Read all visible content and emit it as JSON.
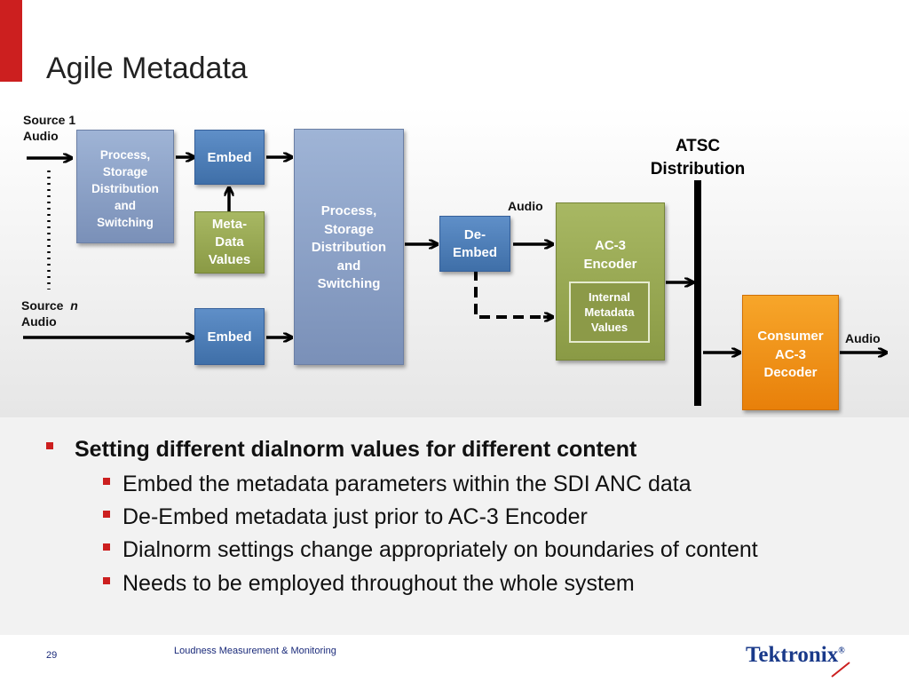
{
  "slide": {
    "title": "Agile Metadata",
    "page_number": "29",
    "footer": "Loudness Measurement & Monitoring",
    "logo": "Tektronix",
    "logo_mark": "®"
  },
  "diagram": {
    "labels": {
      "source1": "Source 1",
      "source1_audio": "Audio",
      "sourcen": "Source",
      "sourcen_italic": "n",
      "sourcen_audio": "Audio",
      "audio_in": "Audio",
      "audio_out": "Audio",
      "atsc_line1": "ATSC",
      "atsc_line2": "Distribution"
    },
    "boxes": {
      "process_small": [
        "Process,",
        "Storage",
        "Distribution",
        "and",
        "Switching"
      ],
      "embed_top": "Embed",
      "meta_data": [
        "Meta-",
        "Data",
        "Values"
      ],
      "embed_bottom": "Embed",
      "process_large": [
        "Process,",
        "Storage",
        "Distribution",
        "and",
        "Switching"
      ],
      "de_embed": [
        "De-",
        "Embed"
      ],
      "ac3_encoder": [
        "AC-3",
        "Encoder"
      ],
      "internal_metadata": [
        "Internal",
        "Metadata",
        "Values"
      ],
      "consumer_decoder": [
        "Consumer",
        "AC-3",
        "Decoder"
      ]
    }
  },
  "bullets": {
    "main": "Setting different dialnorm values for different content",
    "sub": [
      "Embed the metadata parameters within the SDI ANC data",
      "De-Embed metadata just prior to AC-3 Encoder",
      "Dialnorm settings change appropriately on boundaries of content",
      "Needs to be employed throughout the whole system"
    ]
  },
  "colors": {
    "accent_red": "#cc1f1f",
    "process_box": "#8da3c8",
    "embed_box": "#4f7fb8",
    "metadata_box": "#95a550",
    "decoder_box": "#f0931a"
  }
}
